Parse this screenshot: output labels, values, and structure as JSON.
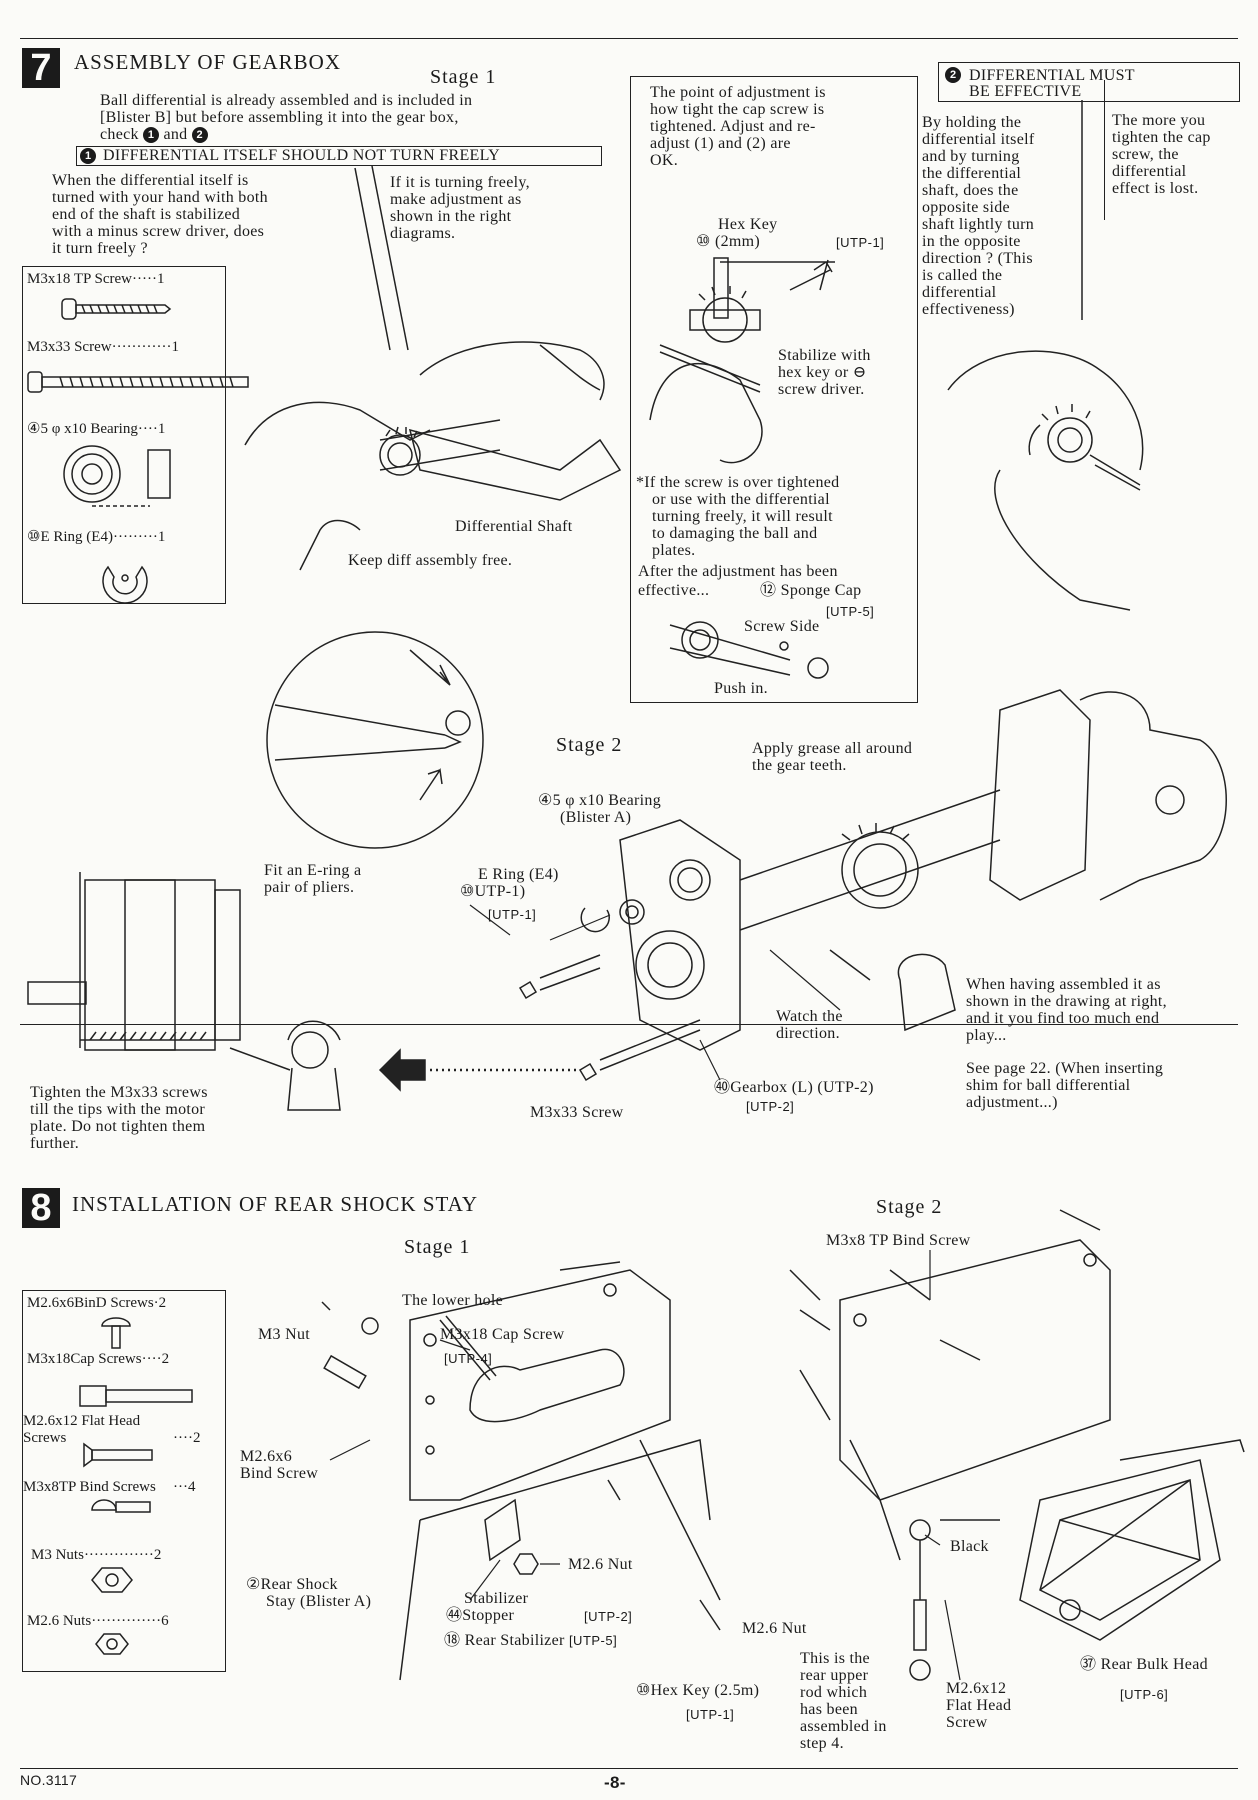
{
  "s7": {
    "num": "7",
    "title": "ASSEMBLY OF GEARBOX",
    "stage1": "Stage 1",
    "intro": [
      "Ball differential is already assembled and is included in",
      "[Blister B] but before assembling it into the gear box,",
      "check"
    ],
    "intro_and": "and",
    "b1": "1",
    "b2": "2",
    "check1_title": "DIFFERENTIAL ITSELF SHOULD NOT TURN FREELY",
    "check1_text": [
      "When the differential itself is",
      "turned with your hand with both",
      "end of the shaft is stabilized",
      "with a minus screw driver, does",
      "it turn freely ?"
    ],
    "if_turning": [
      "If it is turning freely,",
      "make adjustment as",
      "shown in the right",
      "diagrams."
    ],
    "parts": [
      {
        "name": "M3x18 TP Screw",
        "qty": "1"
      },
      {
        "name": "M3x33 Screw",
        "qty": "1"
      },
      {
        "name": "5 φ x10 Bearing",
        "qty": "1",
        "ref": "④"
      },
      {
        "name": "E Ring (E4)",
        "qty": "1",
        "ref": "⑩"
      }
    ],
    "keep_free": "Keep diff assembly free.",
    "diff_shaft": "Differential Shaft",
    "adjust_text": [
      "The point of adjustment is",
      "how tight the cap screw is",
      "tightened. Adjust and re-",
      "adjust  (1)  and  (2)  are",
      "OK."
    ],
    "hex_key": "Hex Key",
    "hex_key_size": "(2mm)",
    "hex_key_ref": "⑩",
    "utp1": "[UTP-1]",
    "stabilize": [
      "Stabilize with",
      "hex key or ⊖",
      "screw driver."
    ],
    "over_tight": [
      "*If the screw is over tightened",
      "or use with the differential",
      "turning freely, it will result",
      "to damaging the ball and",
      "plates."
    ],
    "after_adj": [
      "After the adjustment has been",
      "effective..."
    ],
    "sponge_cap": "Sponge Cap",
    "sponge_ref": "⑫",
    "utp5": "[UTP-5]",
    "screw_side": "Screw Side",
    "push_in": "Push in.",
    "check2_title": [
      "DIFFERENTIAL MUST",
      "BE EFFECTIVE"
    ],
    "check2_text": [
      "By holding the",
      "differential itself",
      "and by turning",
      "the differential",
      "shaft, does the",
      "opposite side",
      "shaft lightly turn",
      "in the opposite",
      "direction ? (This",
      "is called the",
      "differential",
      "effectiveness)"
    ],
    "more_tighten": [
      "The more you",
      "tighten the cap",
      "screw, the",
      "differential",
      "effect is lost."
    ],
    "stage2": "Stage 2",
    "grease": [
      "Apply grease all around",
      "the gear teeth."
    ],
    "bearing_a": [
      "④5 φ x10 Bearing",
      "(Blister A)"
    ],
    "ering_pliers": [
      "Fit an E-ring a",
      "pair of pliers."
    ],
    "ering": [
      "E Ring (E4)",
      "⑩UTP-1)"
    ],
    "utp1b": "[UTP-1]",
    "watch_dir": [
      "Watch the",
      "direction."
    ],
    "gearbox_l": "㊵Gearbox (L) (UTP-2)",
    "utp2": "[UTP-2]",
    "m3x33": "M3x33 Screw",
    "tighten": [
      "Tighten the M3x33 screws",
      "till the tips with the motor",
      "plate. Do not tighten them",
      "further."
    ],
    "when_assembled": [
      "When having assembled it as",
      "shown in the drawing at right,",
      "and it you find too much end",
      "play..."
    ],
    "see_page": [
      "See page 22. (When inserting",
      "shim for ball differential",
      "adjustment...)"
    ]
  },
  "s8": {
    "num": "8",
    "title": "INSTALLATION OF REAR SHOCK STAY",
    "stage1": "Stage 1",
    "stage2": "Stage 2",
    "parts": [
      {
        "name": "M2.6x6BinD Screws",
        "qty": "2"
      },
      {
        "name": "M3x18Cap Screws",
        "qty": "2"
      },
      {
        "name": "M2.6x12 Flat Head Screws",
        "qty": "2"
      },
      {
        "name": "M3x8TP Bind Screws",
        "qty": "4"
      },
      {
        "name": "M3 Nuts",
        "qty": "2"
      },
      {
        "name": "M2.6 Nuts",
        "qty": "6"
      }
    ],
    "lower_hole": "The lower hole",
    "m3_nut": "M3 Nut",
    "cap_screw": "M3x18 Cap Screw",
    "utp4": "[UTP-4]",
    "bind_screw": [
      "M2.6x6",
      "Bind Screw"
    ],
    "m26_nut": "M2.6 Nut",
    "shock_stay": [
      "②Rear Shock",
      "Stay (Blister A)"
    ],
    "stabilizer_stopper": [
      "Stabilizer",
      "㊹Stopper"
    ],
    "utp2": "[UTP-2]",
    "rear_stabilizer": "⑱ Rear Stabilizer",
    "utp5": "[UTP-5]",
    "hex_key": "⑩Hex Key (2.5m)",
    "utp1": "[UTP-1]",
    "m26_nut_b": "M2.6 Nut",
    "tp_bind": "M3x8 TP Bind Screw",
    "black": "Black",
    "rear_upper": [
      "This is the",
      "rear upper",
      "rod which",
      "has been",
      "assembled in",
      "step 4."
    ],
    "flat_head": [
      "M2.6x12",
      "Flat Head",
      "Screw"
    ],
    "bulk_head": "Rear Bulk Head",
    "bulk_ref": "㊲",
    "utp6": "[UTP-6]"
  },
  "footer": {
    "code": "NO.3117",
    "page": "-8-"
  }
}
